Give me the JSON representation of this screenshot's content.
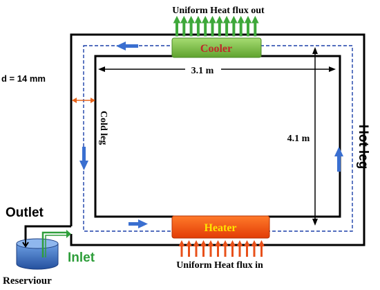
{
  "labels": {
    "heat_flux_out": "Uniform Heat flux out",
    "heat_flux_in": "Uniform Heat flux in",
    "cooler": "Cooler",
    "heater": "Heater",
    "width": "3.1 m",
    "height": "4.1 m",
    "diameter": "d = 14 mm",
    "cold_leg": "Cold leg",
    "hot_leg": "Hot leg",
    "outlet": "Outlet",
    "inlet": "Inlet",
    "reservoir": "Reserviour"
  },
  "colors": {
    "pipe": "#000000",
    "dashed_flow": "#1a3fa8",
    "flow_arrow": "#3a6fd0",
    "cooler_fill": "#7ec24a",
    "cooler_text": "#c0282a",
    "heater_fill": "#f04a0a",
    "heater_text": "#ffe500",
    "up_arrow": "#3ea83a",
    "in_arrow": "#e8501a",
    "diameter_arrow": "#e8631a",
    "inlet_color": "#2e9e3a",
    "reservoir_fill": "#3f78c9"
  }
}
